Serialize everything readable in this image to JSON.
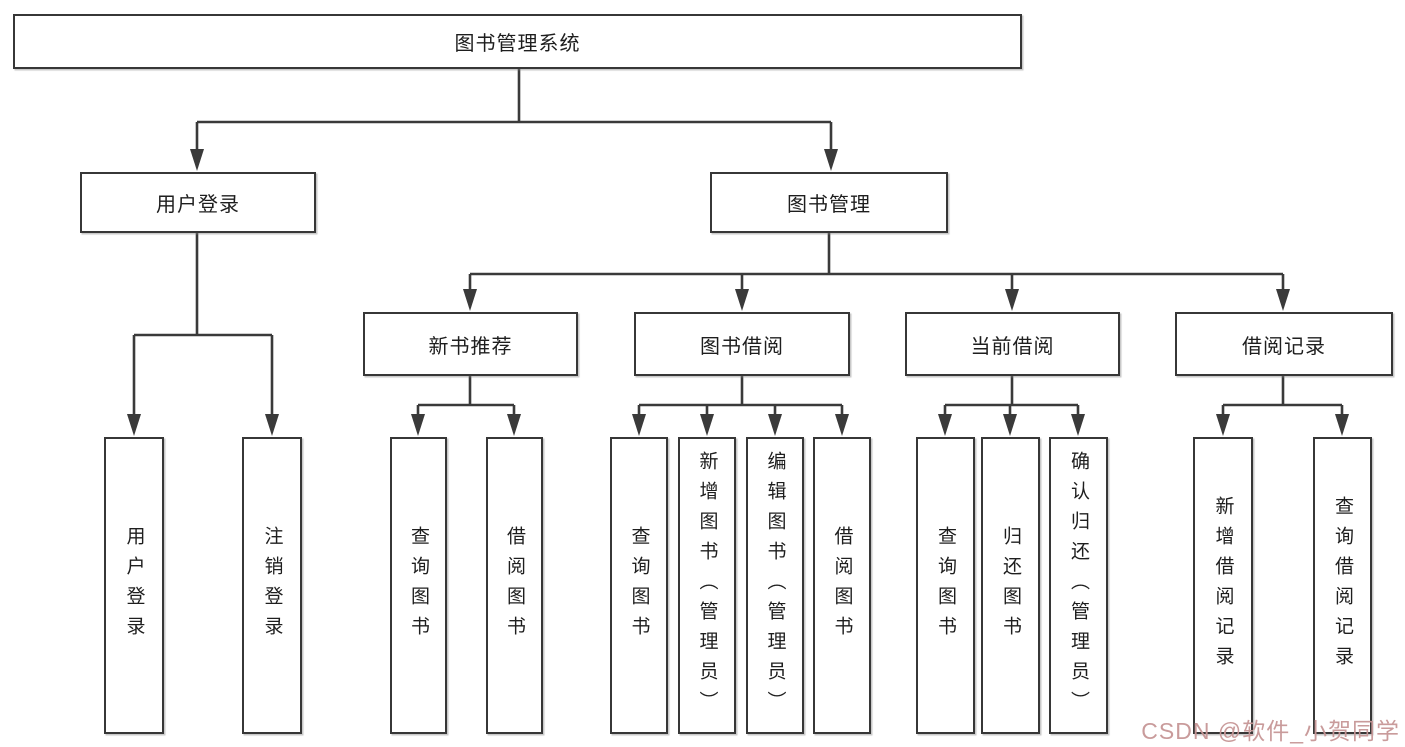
{
  "tree": {
    "root": "图书管理系统",
    "children": [
      {
        "label": "用户登录",
        "children": [
          "用户登录",
          "注销登录"
        ]
      },
      {
        "label": "图书管理",
        "children": [
          {
            "label": "新书推荐",
            "children": [
              "查询图书",
              "借阅图书"
            ]
          },
          {
            "label": "图书借阅",
            "children": [
              "查询图书",
              "新增图书（管理员）",
              "编辑图书（管理员）",
              "借阅图书"
            ]
          },
          {
            "label": "当前借阅",
            "children": [
              "查询图书",
              "归还图书",
              "确认归还（管理员）"
            ]
          },
          {
            "label": "借阅记录",
            "children": [
              "新增借阅记录",
              "查询借阅记录"
            ]
          }
        ]
      }
    ]
  },
  "watermark": {
    "text": "CSDN @软件_小贺同学"
  },
  "colors": {
    "line": "#3a3a3a",
    "box_border": "#373737",
    "box_fill": "#ffffff",
    "text": "#1e1e1e",
    "watermark": "#c69696"
  }
}
